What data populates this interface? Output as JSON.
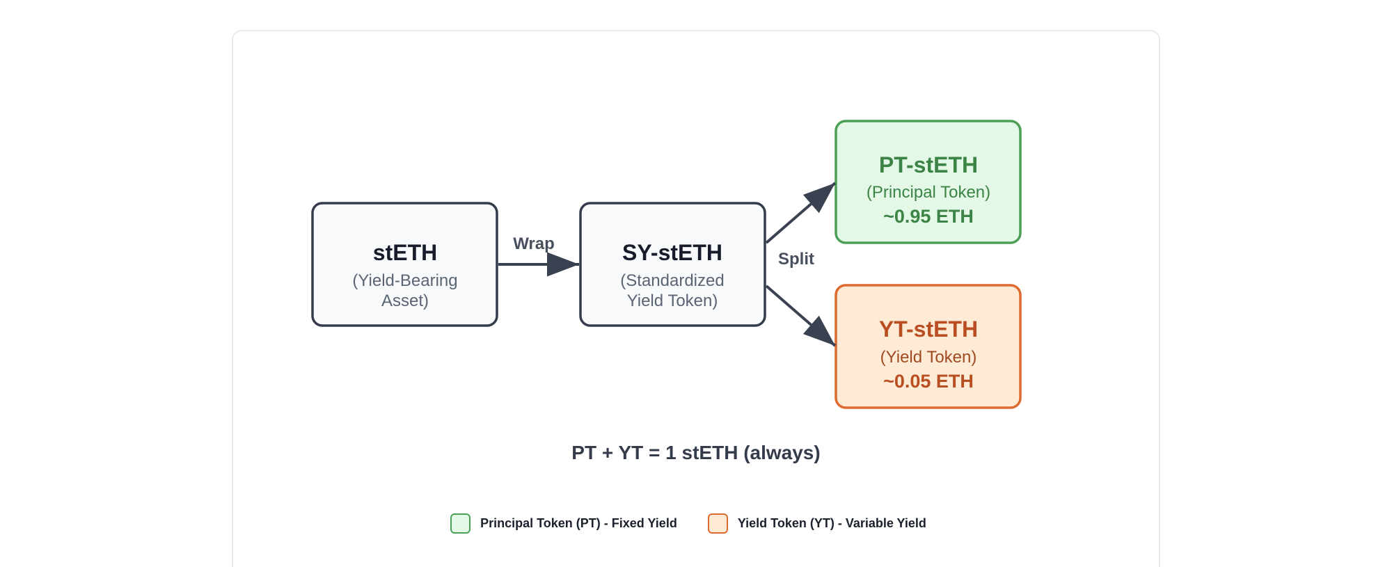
{
  "colors": {
    "neutral_stroke": "#343c4c",
    "neutral_fill": "#f7f9fb",
    "neutral_title": "#161c2a",
    "neutral_sub": "#5a6472",
    "arrow": "#3a4252",
    "label": "#48505f",
    "pt_stroke": "#4ba055",
    "pt_fill": "#e3f8e6",
    "pt_text": "#3b8445",
    "yt_stroke": "#dd6a2e",
    "yt_fill": "#fdebd6",
    "yt_text": "#b84e22"
  },
  "nodes": {
    "steth": {
      "title": "stETH",
      "sub1": "(Yield-Bearing",
      "sub2": "Asset)"
    },
    "sy": {
      "title": "SY-stETH",
      "sub1": "(Standardized",
      "sub2": "Yield Token)"
    },
    "pt": {
      "title": "PT-stETH",
      "sub": "(Principal Token)",
      "value": "~0.95 ETH"
    },
    "yt": {
      "title": "YT-stETH",
      "sub": "(Yield Token)",
      "value": "~0.05 ETH"
    }
  },
  "edges": {
    "wrap": "Wrap",
    "split": "Split"
  },
  "equation": "PT + YT = 1 stETH (always)",
  "legend": {
    "pt": "Principal Token (PT) - Fixed Yield",
    "yt": "Yield Token (YT) - Variable Yield"
  }
}
